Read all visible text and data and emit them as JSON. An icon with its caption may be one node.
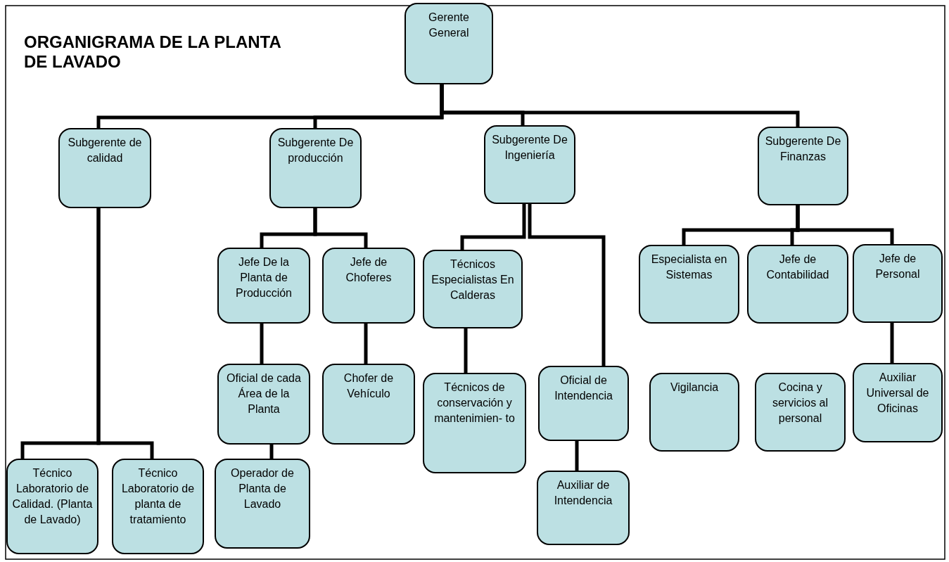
{
  "diagram": {
    "title": "ORGANIGRAMA DE LA PLANTA DE LAVADO",
    "nodes": [
      {
        "text": [
          "Gerente General"
        ]
      },
      {
        "text": [
          "Subgerente de calidad"
        ]
      },
      {
        "text": [
          "Subgerente De producción"
        ]
      },
      {
        "text": [
          "Subgerente De Ingeniería"
        ]
      },
      {
        "text": [
          "Subgerente De Finanzas"
        ]
      },
      {
        "text": [
          "Jefe De la Planta de Producción"
        ]
      },
      {
        "text": [
          "Jefe de Choferes"
        ]
      },
      {
        "text": [
          "Técnicos Especialistas En Calderas"
        ]
      },
      {
        "text": [
          "Especialista en Sistemas"
        ]
      },
      {
        "text": [
          "Jefe de Contabilidad"
        ]
      },
      {
        "text": [
          "Jefe de Personal"
        ]
      },
      {
        "text": [
          "Oficial de cada Área de la Planta"
        ]
      },
      {
        "text": [
          "Chofer de Vehículo"
        ]
      },
      {
        "text": [
          "Técnicos de conservación y mantenimien- to"
        ]
      },
      {
        "text": [
          "Oficial de Intendencia"
        ]
      },
      {
        "text": [
          "Vigilancia"
        ]
      },
      {
        "text": [
          "Cocina y servicios al personal"
        ]
      },
      {
        "text": [
          "Auxiliar Universal de Oficinas"
        ]
      },
      {
        "text": [
          "Técnico Laboratorio de Calidad. (Planta de Lavado)"
        ]
      },
      {
        "text": [
          "Técnico Laboratorio de planta de tratamiento"
        ]
      },
      {
        "text": [
          "Operador de Planta de Lavado"
        ]
      },
      {
        "text": [
          "Auxiliar de Intendencia"
        ]
      }
    ],
    "edges": [
      {
        "from": 0,
        "to": 1,
        "arrow": "none"
      },
      {
        "from": 0,
        "to": 2,
        "arrow": "none"
      },
      {
        "from": 0,
        "to": 3,
        "arrow": "none"
      },
      {
        "from": 0,
        "to": 4,
        "arrow": "none"
      },
      {
        "from": 1,
        "to": 18,
        "arrow": "none"
      },
      {
        "from": 1,
        "to": 19,
        "arrow": "none"
      },
      {
        "from": 2,
        "to": 5,
        "arrow": "none"
      },
      {
        "from": 2,
        "to": 6,
        "arrow": "none"
      },
      {
        "from": 3,
        "to": 7,
        "arrow": "none"
      },
      {
        "from": 3,
        "to": 14,
        "arrow": "none"
      },
      {
        "from": 4,
        "to": 8,
        "arrow": "none"
      },
      {
        "from": 4,
        "to": 9,
        "arrow": "none"
      },
      {
        "from": 4,
        "to": 10,
        "arrow": "none"
      },
      {
        "from": 5,
        "to": 11,
        "arrow": "none"
      },
      {
        "from": 11,
        "to": 20,
        "arrow": "none"
      },
      {
        "from": 6,
        "to": 12,
        "arrow": "none"
      },
      {
        "from": 7,
        "to": 13,
        "arrow": "none"
      },
      {
        "from": 14,
        "to": 21,
        "arrow": "none"
      },
      {
        "from": 10,
        "to": 17,
        "arrow": "none"
      }
    ]
  }
}
